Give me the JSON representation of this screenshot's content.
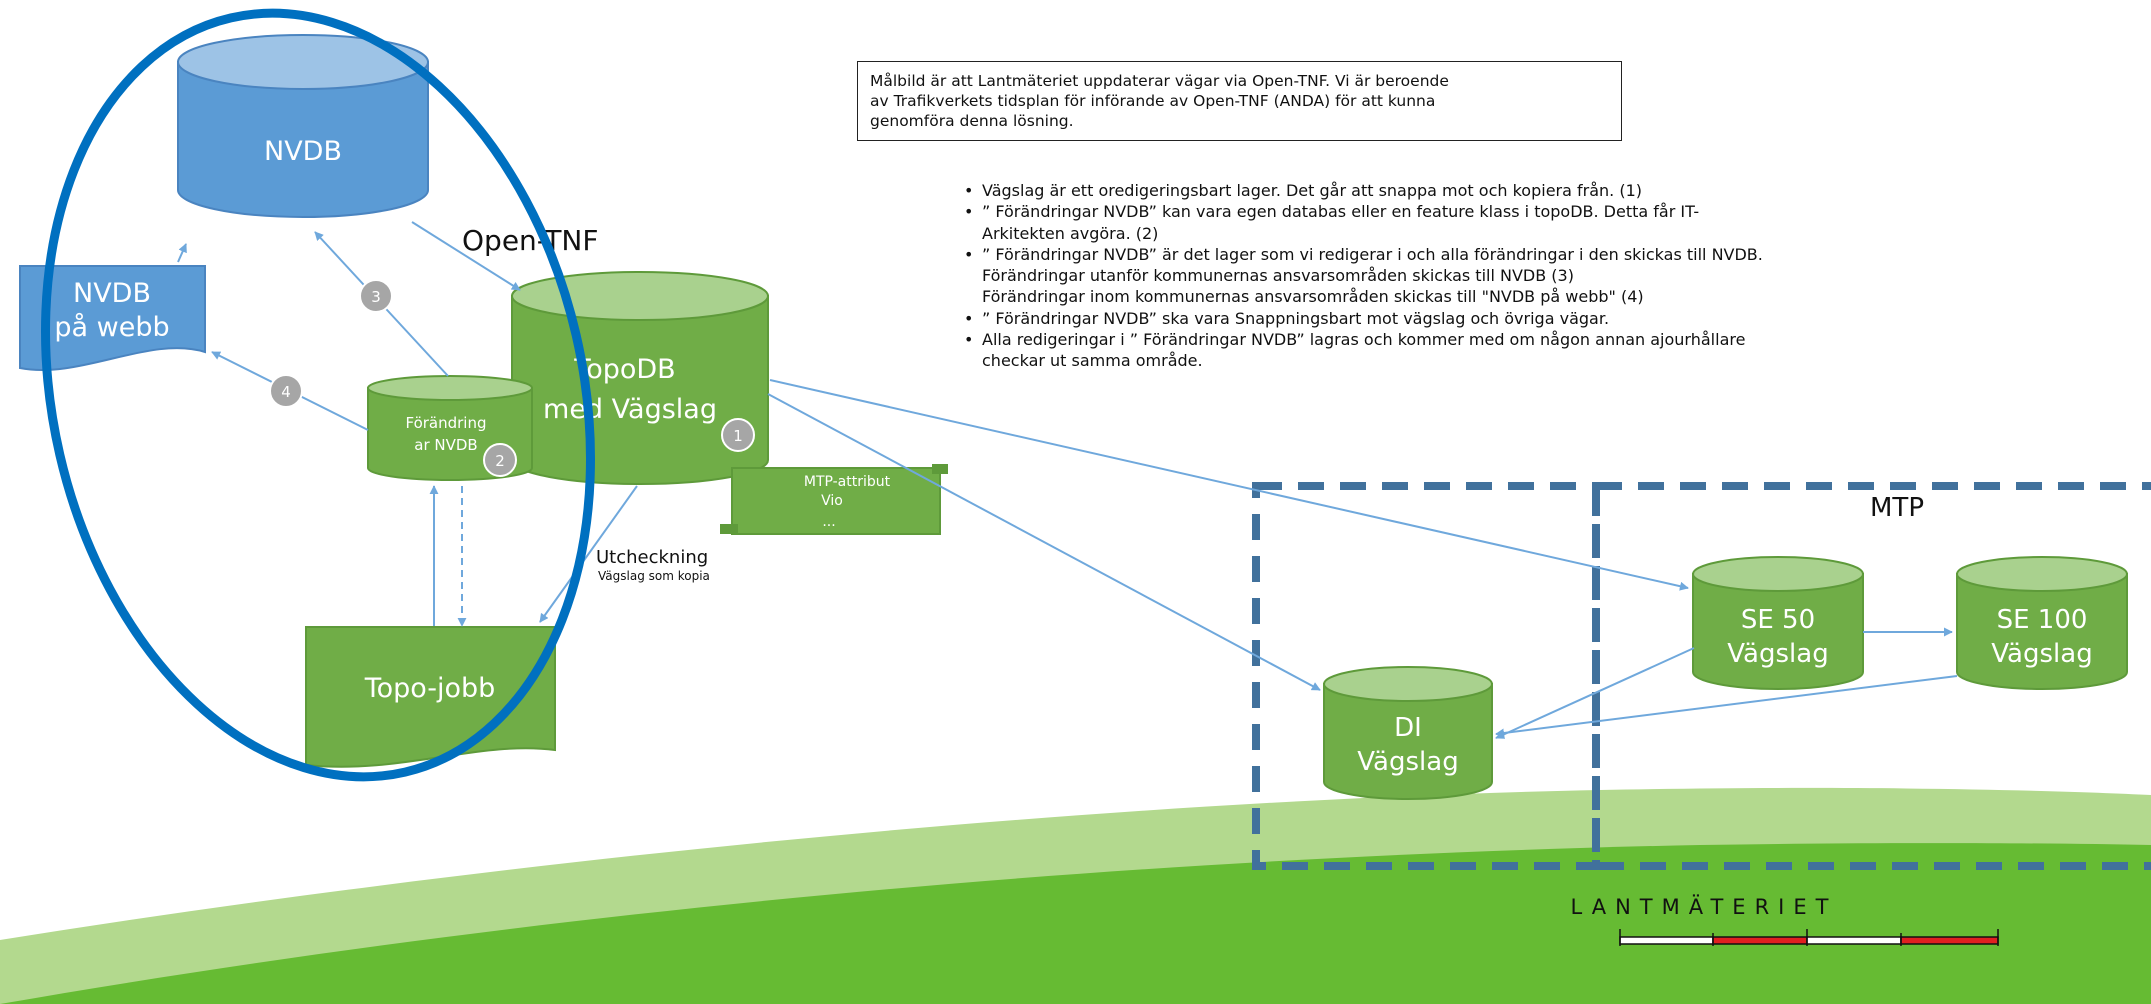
{
  "info_box": {
    "lines": [
      "Målbild är att Lantmäteriet uppdaterar vägar via Open-TNF. Vi är beroende",
      "av Trafikverkets tidsplan för införande av Open-TNF (ANDA) för att kunna",
      "genomföra denna lösning."
    ]
  },
  "bullets": [
    {
      "lines": [
        "Vägslag är ett oredigeringsbart lager. Det går att snappa mot och kopiera från. (1)"
      ]
    },
    {
      "lines": [
        "” Förändringar NVDB” kan vara egen databas eller en feature klass i topoDB. Detta får IT-",
        "Arkitekten avgöra. (2)"
      ]
    },
    {
      "lines": [
        "” Förändringar NVDB” är det lager som vi redigerar i och alla förändringar i den skickas till NVDB.",
        "Förändringar utanför kommunernas ansvarsområden skickas till NVDB (3)",
        "Förändringar inom kommunernas ansvarsområden skickas till \"NVDB på webb\" (4)"
      ]
    },
    {
      "lines": [
        "” Förändringar NVDB” ska vara Snappningsbart mot vägslag och övriga vägar."
      ]
    },
    {
      "lines": [
        "Alla redigeringar i ” Förändringar NVDB” lagras och kommer med om någon annan ajourhållare",
        "checkar ut samma område."
      ]
    }
  ],
  "nodes": {
    "nvdb": "NVDB",
    "nvdb_web": [
      "NVDB",
      "på webb"
    ],
    "open_tnf": "Open-TNF",
    "topodb": [
      "TopoDB",
      "med Vägslag"
    ],
    "forandringar": [
      "Förändring",
      "ar NVDB"
    ],
    "mtp_attribut": [
      "MTP-attribut",
      "Vio",
      "..."
    ],
    "utcheckning": "Utcheckning",
    "utcheckning_sub": "Vägslag som kopia",
    "topo_jobb": "Topo-jobb",
    "mtp": "MTP",
    "se50": [
      "SE 50",
      "Vägslag"
    ],
    "se100": [
      "SE 100",
      "Vägslag"
    ],
    "di": [
      "DI",
      "Vägslag"
    ]
  },
  "badges": {
    "b1": "1",
    "b2": "2",
    "b3": "3",
    "b4": "4"
  },
  "logo": "LANTMÄTERIET",
  "colors": {
    "blue_db": "#5b9bd5",
    "green_db": "#70ad47",
    "highlight_ellipse": "#0070c0",
    "dashed_border": "#41719c",
    "arrow": "#7aaee0",
    "badge": "#a6a6a6",
    "land_light": "#a9d18e",
    "land_dark": "#66bb33"
  }
}
